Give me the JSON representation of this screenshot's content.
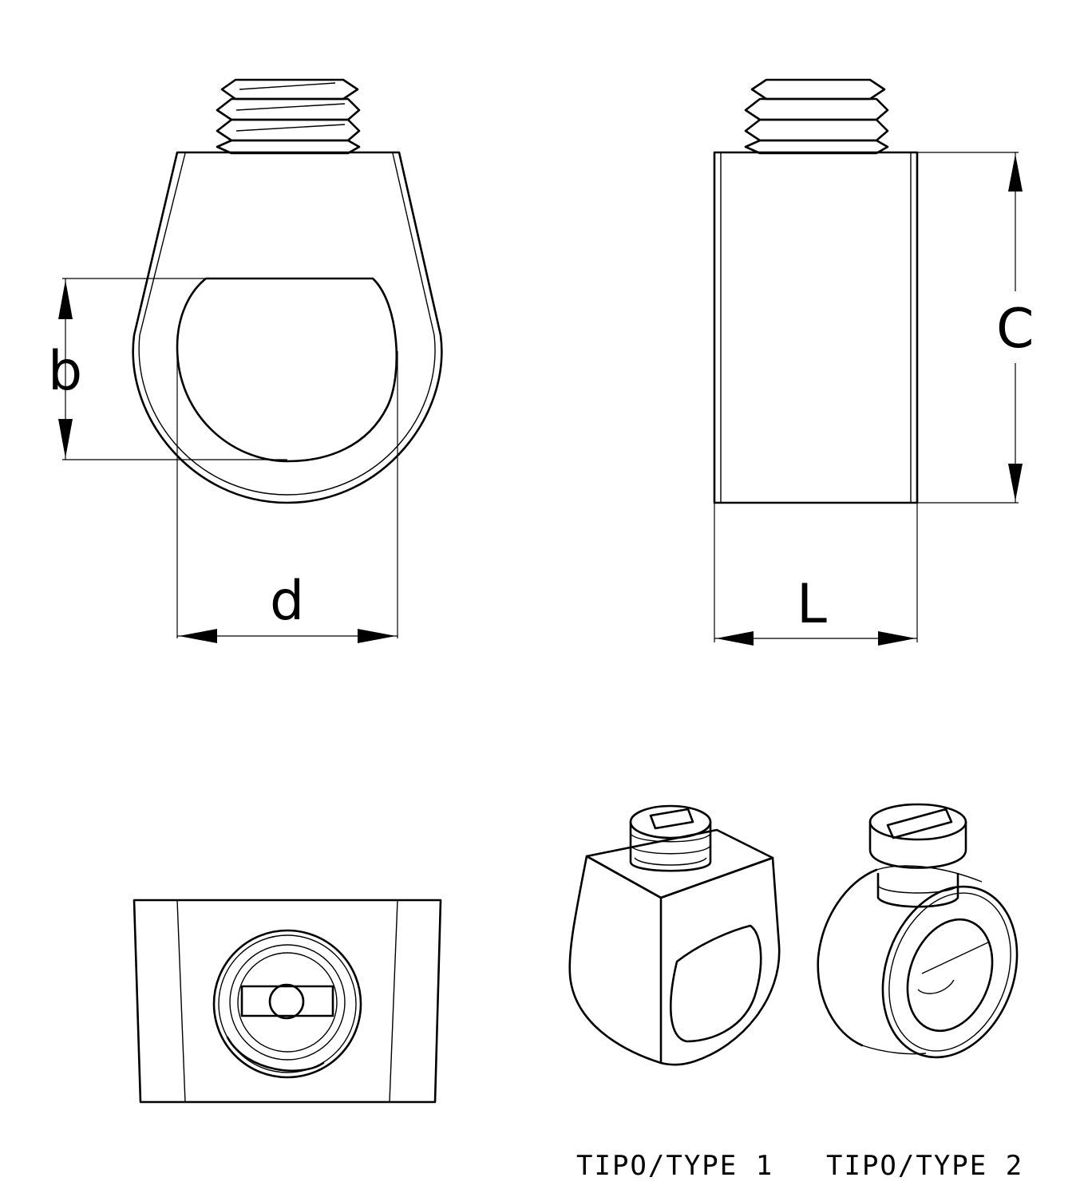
{
  "dimensions": {
    "b": "b",
    "d": "d",
    "c": "C",
    "l": "L"
  },
  "captions": {
    "type1": "TIPO/TYPE 1",
    "type2": "TIPO/TYPE 2"
  }
}
